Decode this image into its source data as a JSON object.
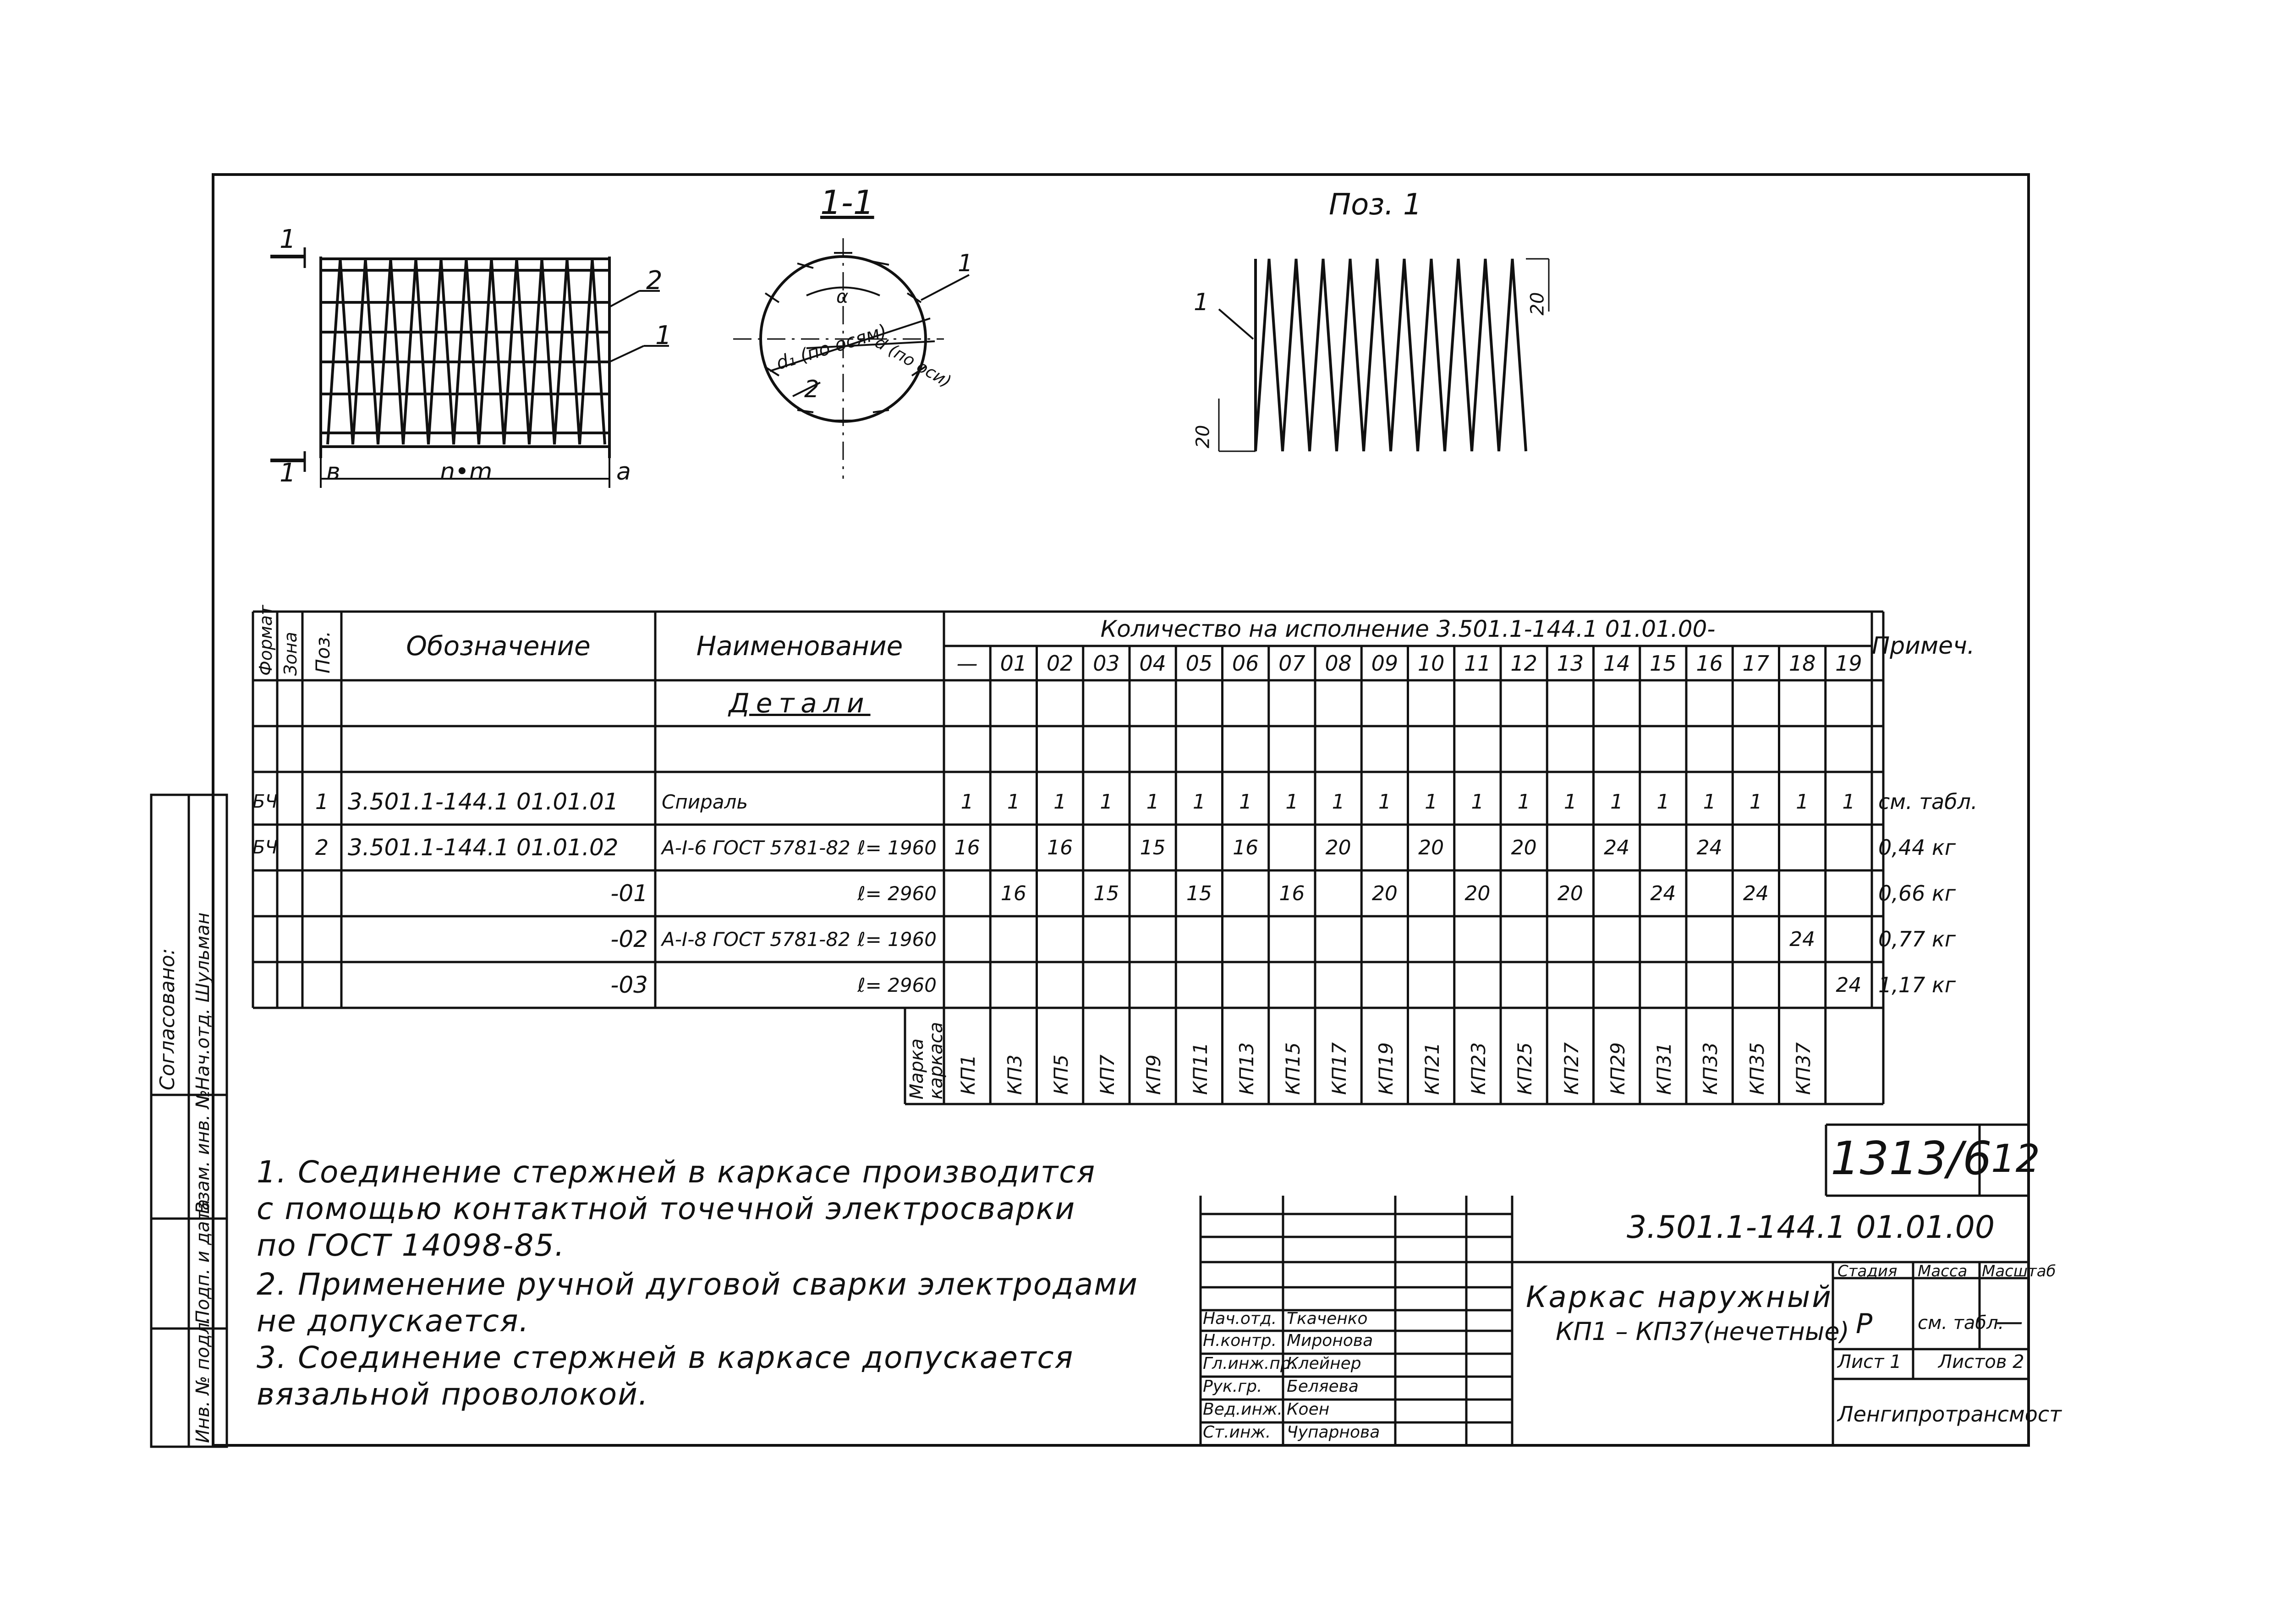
{
  "views": {
    "section_title": "1-1",
    "pos_title": "Поз. 1",
    "cut_mark": "1",
    "pos_labels": [
      "2",
      "1"
    ],
    "dim_b": "в",
    "dim_nm": "n•m",
    "dim_a": "а",
    "circle_labels": {
      "d1": "d₁ (по осям)",
      "d": "d (по оси)",
      "alpha": "α",
      "l1": "1",
      "l2": "2"
    },
    "spiral_label": "1",
    "dim_20_top": "20",
    "dim_20_bottom": "20"
  },
  "spec": {
    "headers": {
      "format": "Формат",
      "zone": "Зона",
      "pos": "Поз.",
      "designation": "Обозначение",
      "name": "Наименование",
      "qty": "Количество на исполнение 3.501.1-144.1 01.01.00-",
      "note": "Примеч."
    },
    "variants": [
      "—",
      "01",
      "02",
      "03",
      "04",
      "05",
      "06",
      "07",
      "08",
      "09",
      "10",
      "11",
      "12",
      "13",
      "14",
      "15",
      "16",
      "17",
      "18",
      "19"
    ],
    "section": "Детали",
    "rows": [
      {
        "format": "БЧ",
        "pos": "1",
        "designation": "3.501.1-144.1  01.01.01",
        "name": "Спираль",
        "length": "",
        "q": [
          "1",
          "1",
          "1",
          "1",
          "1",
          "1",
          "1",
          "1",
          "1",
          "1",
          "1",
          "1",
          "1",
          "1",
          "1",
          "1",
          "1",
          "1",
          "1",
          "1"
        ],
        "note": "см. табл."
      },
      {
        "format": "БЧ",
        "pos": "2",
        "designation": "3.501.1-144.1  01.01.02",
        "name": "А-I-6 ГОСТ 5781-82",
        "length": "ℓ= 1960",
        "q": [
          "16",
          "",
          "16",
          "",
          "15",
          "",
          "16",
          "",
          "20",
          "",
          "20",
          "",
          "20",
          "",
          "24",
          "",
          "24",
          "",
          "",
          ""
        ],
        "note": "0,44 кг"
      },
      {
        "format": "",
        "pos": "",
        "designation": "-01",
        "name": "",
        "length": "ℓ= 2960",
        "q": [
          "",
          "16",
          "",
          "15",
          "",
          "15",
          "",
          "16",
          "",
          "20",
          "",
          "20",
          "",
          "20",
          "",
          "24",
          "",
          "24",
          "",
          ""
        ],
        "note": "0,66 кг"
      },
      {
        "format": "",
        "pos": "",
        "designation": "-02",
        "name": "А-I-8 ГОСТ 5781-82",
        "length": "ℓ= 1960",
        "q": [
          "",
          "",
          "",
          "",
          "",
          "",
          "",
          "",
          "",
          "",
          "",
          "",
          "",
          "",
          "",
          "",
          "",
          "",
          "24",
          ""
        ],
        "note": "0,77 кг"
      },
      {
        "format": "",
        "pos": "",
        "designation": "-03",
        "name": "",
        "length": "ℓ= 2960",
        "q": [
          "",
          "",
          "",
          "",
          "",
          "",
          "",
          "",
          "",
          "",
          "",
          "",
          "",
          "",
          "",
          "",
          "",
          "",
          "",
          "24"
        ],
        "note": "1,17 кг"
      }
    ],
    "marka_label": "Марка каркаса",
    "marks": [
      "КП1",
      "КП3",
      "КП5",
      "КП7",
      "КП9",
      "КП11",
      "КП13",
      "КП15",
      "КП17",
      "КП19",
      "КП21",
      "КП23",
      "КП25",
      "КП27",
      "КП29",
      "КП31",
      "КП33",
      "КП35",
      "КП37"
    ]
  },
  "notes": [
    "1. Соединение стержней в каркасе производится",
    "с помощью контактной точечной электросварки",
    "по ГОСТ 14098-85.",
    "2. Применение ручной дуговой сварки электродами",
    "не допускается.",
    "3. Соединение стержней в каркасе допускается",
    "вязальной проволокой."
  ],
  "side_stamp": {
    "agreed": "Согласовано:",
    "agreed_person": "Нач.отд. Шульман",
    "cells": [
      "Взам. инв. №",
      "Подп. и дата",
      "Инв. № подл."
    ]
  },
  "title_block": {
    "archive_no": "1313/6",
    "sheet_no": "12",
    "code": "3.501.1-144.1  01.01.00",
    "title_line1": "Каркас наружный",
    "title_line2": "КП1 – КП37(нечетные)",
    "stage_label": "Стадия",
    "mass_label": "Масса",
    "scale_label": "Масштаб",
    "stage": "Р",
    "mass": "см. табл.",
    "scale": "—",
    "sheet_label": "Лист 1",
    "sheets_label": "Листов 2",
    "org": "Ленгипротрансмост",
    "roles": [
      {
        "role": "Нач.отд.",
        "name": "Ткаченко"
      },
      {
        "role": "Н.контр.",
        "name": "Миронова"
      },
      {
        "role": "Гл.инж.пр.",
        "name": "Клейнер"
      },
      {
        "role": "Рук.гр.",
        "name": "Беляева"
      },
      {
        "role": "Вед.инж.",
        "name": "Коен"
      },
      {
        "role": "Ст.инж.",
        "name": "Чупарнова"
      }
    ]
  }
}
